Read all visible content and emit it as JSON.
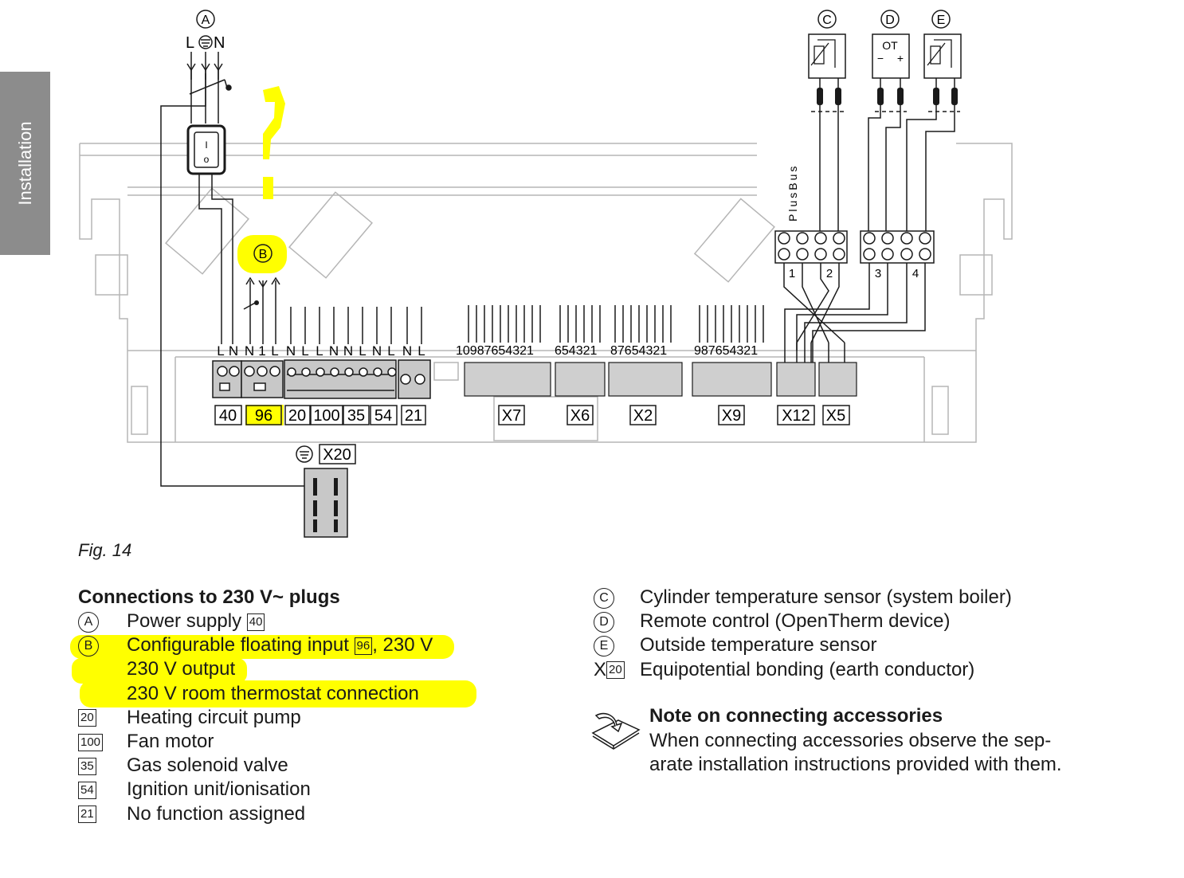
{
  "side_tab": {
    "label": "Installation"
  },
  "diagram": {
    "callouts": {
      "a": "A",
      "b": "B",
      "c": "C",
      "d": "D",
      "e": "E"
    },
    "mains_labels": [
      "L",
      "N"
    ],
    "switch_marks": {
      "on": "I",
      "off": "o"
    },
    "plusbus_label": "PlusBus",
    "ot_device": {
      "label": "OT",
      "minus": "−",
      "plus": "+"
    },
    "bus_numbers": [
      "1",
      "2",
      "3",
      "4"
    ],
    "terminal_letters": [
      "L",
      "N",
      "N",
      "1",
      "L",
      "N",
      "L",
      "L",
      "N",
      "N",
      "L",
      "N",
      "L",
      "N",
      "L"
    ],
    "pin_labels": {
      "x7": "10987654321",
      "x6": "654321",
      "x2": "87654321",
      "x9": "987654321"
    },
    "plug_labels": [
      "40",
      "96",
      "20",
      "100",
      "35",
      "54",
      "21",
      "X7",
      "X6",
      "X2",
      "X9",
      "X12",
      "X5"
    ],
    "x20_label": "X20",
    "question_mark": "?"
  },
  "figure": {
    "caption": "Fig. 14"
  },
  "legend": {
    "heading": "Connections to 230 V~ plugs",
    "rows": [
      {
        "sym": "A",
        "text": "Power supply",
        "box": "40"
      },
      {
        "sym": "B",
        "text_before": "Configurable floating input",
        "box": "96",
        "text_after": ", 230 V"
      },
      {
        "sym": "",
        "text": "230 V output"
      },
      {
        "sym": "",
        "text": "230 V room thermostat connection"
      },
      {
        "sym": "20",
        "text": "Heating circuit pump"
      },
      {
        "sym": "100",
        "text": "Fan motor"
      },
      {
        "sym": "35",
        "text": "Gas solenoid valve"
      },
      {
        "sym": "54",
        "text": "Ignition unit/ionisation"
      },
      {
        "sym": "21",
        "text": "No function assigned"
      }
    ]
  },
  "legend_right": {
    "rows": [
      {
        "sym": "C",
        "text": "Cylinder temperature sensor (system boiler)"
      },
      {
        "sym": "D",
        "text": "Remote control (OpenTherm device)"
      },
      {
        "sym": "E",
        "text": "Outside temperature sensor"
      },
      {
        "sym_prefix": "X",
        "sym": "20",
        "text": "Equipotential bonding (earth conductor)"
      }
    ]
  },
  "note": {
    "title": "Note on connecting accessories",
    "body": "When connecting accessories observe the sep-arate installation instructions provided with them."
  },
  "colors": {
    "highlight": "#ffff00",
    "line": "#1a1a1a",
    "housing": "#b5b5b5",
    "tab": "#8c8c8c"
  }
}
